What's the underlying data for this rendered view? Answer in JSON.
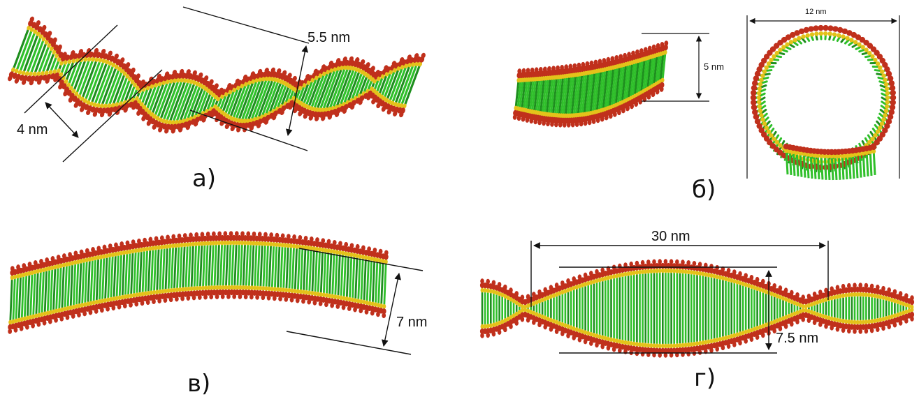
{
  "panels": {
    "a": {
      "label": "а)",
      "dims": [
        "5.5 nm",
        "4 nm"
      ]
    },
    "b": {
      "label": "б)",
      "dims": [
        "5 nm",
        "12 nm"
      ]
    },
    "v": {
      "label": "в)",
      "dims": [
        "7 nm"
      ]
    },
    "g": {
      "label": "г)",
      "dims": [
        "30 nm",
        "7.5 nm"
      ]
    }
  },
  "colors": {
    "red": "#c0301c",
    "yellow": "#e4c21a",
    "green": "#2fbf2a",
    "green_dark": "#1e8f1e"
  }
}
